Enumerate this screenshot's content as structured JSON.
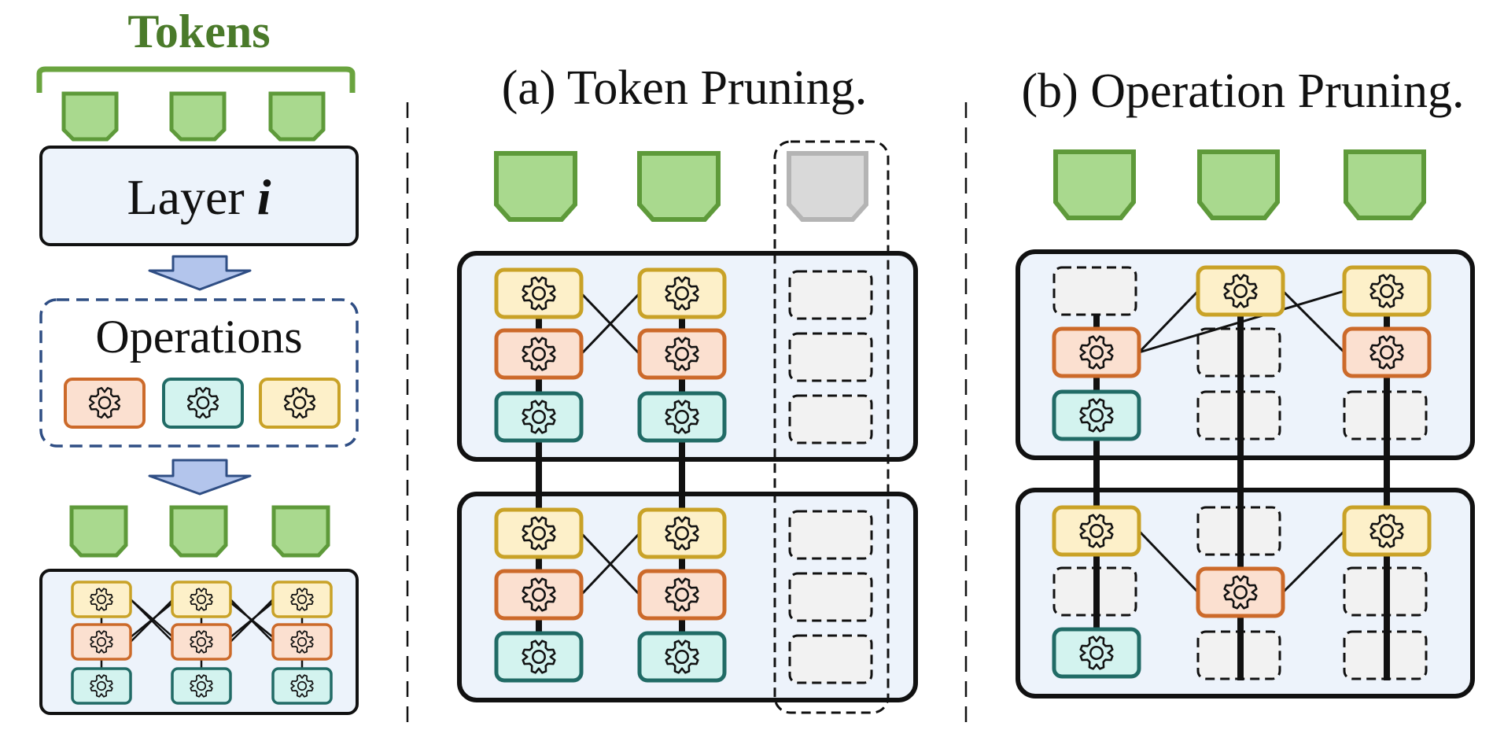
{
  "overview": {
    "tokens_label": "Tokens",
    "layer_label": "Layer",
    "layer_index": "i",
    "operations_label": "Operations"
  },
  "panel_a": {
    "title": "(a) Token Pruning."
  },
  "panel_b": {
    "title": "(b) Operation Pruning."
  },
  "colors": {
    "token_fill": "#a9d98e",
    "token_stroke": "#5e9a3a",
    "pruned_token_fill": "#d9d9d9",
    "pruned_token_stroke": "#b4b4b4",
    "tokens_text": "#4a7a2a",
    "layer_fill": "#edf3fb",
    "op_yellow_fill": "#fdf0c9",
    "op_yellow_stroke": "#c9a227",
    "op_orange_fill": "#fbe0d0",
    "op_orange_stroke": "#cc6a2a",
    "op_teal_fill": "#d3f3ef",
    "op_teal_stroke": "#216b66",
    "operations_border": "#2f4e84",
    "arrow_fill": "#b3c5ec",
    "arrow_stroke": "#2f4e84",
    "gear_icon": "gear-icon"
  }
}
